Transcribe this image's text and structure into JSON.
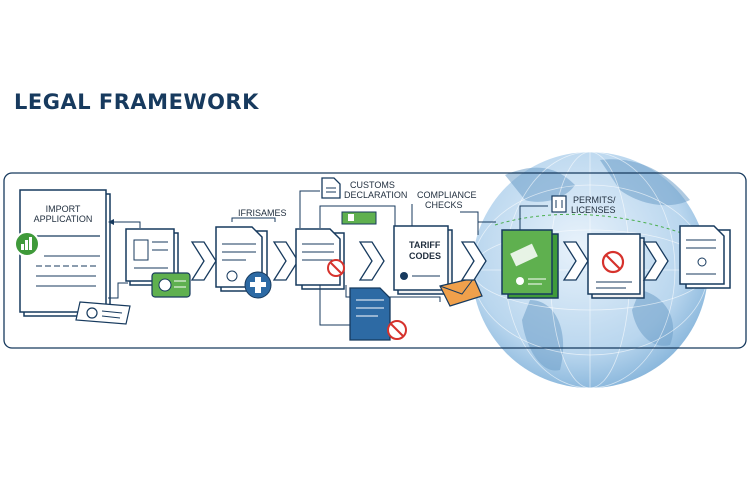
{
  "title": "LEGAL FRAMEWORK",
  "labels": {
    "import_application_1": "IMPORT",
    "import_application_2": "APPLICATION",
    "ifrisames": "IFRISAMES",
    "customs_1": "CUSTOMS",
    "customs_2": "DECLARATION",
    "compliance_1": "COMPLIANCE",
    "compliance_2": "CHECKS",
    "tariff_1": "TARIFF",
    "tariff_2": "CODES",
    "permits_1": "PERMITS/",
    "permits_2": "LICENSES"
  },
  "colors": {
    "navy": "#173a5e",
    "green": "#3f9a3a",
    "orange": "#f0a04b",
    "red": "#d6322c",
    "globe": "#b9d6ee"
  }
}
